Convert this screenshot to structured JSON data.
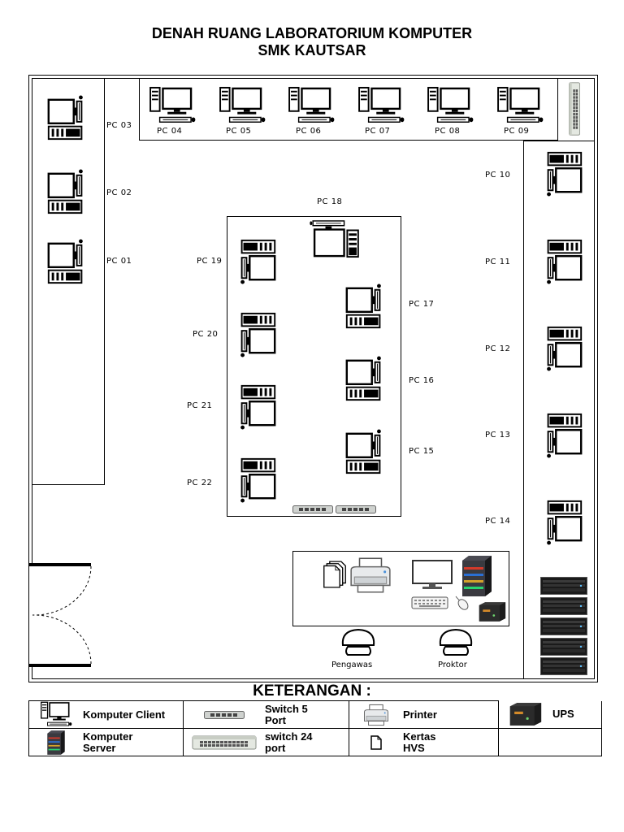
{
  "title": {
    "line1": "DENAH RUANG LABORATORIUM KOMPUTER",
    "line2": "SMK KAUTSAR"
  },
  "pcs": {
    "pc01": "PC 01",
    "pc02": "PC 02",
    "pc03": "PC 03",
    "pc04": "PC 04",
    "pc05": "PC 05",
    "pc06": "PC 06",
    "pc07": "PC 07",
    "pc08": "PC 08",
    "pc09": "PC 09",
    "pc10": "PC 10",
    "pc11": "PC 11",
    "pc12": "PC 12",
    "pc13": "PC 13",
    "pc14": "PC 14",
    "pc15": "PC 15",
    "pc16": "PC 16",
    "pc17": "PC 17",
    "pc18": "PC 18",
    "pc19": "PC 19",
    "pc20": "PC 20",
    "pc21": "PC 21",
    "pc22": "PC 22"
  },
  "seats": {
    "pengawas": "Pengawas",
    "proktor": "Proktor"
  },
  "legend": {
    "heading": "KETERANGAN :",
    "client": "Komputer Client",
    "switch5": "Switch 5 Port",
    "printer": "Printer",
    "ups": "UPS",
    "server": "Komputer Server",
    "switch24": "switch 24 port",
    "paper": "Kertas HVS"
  }
}
